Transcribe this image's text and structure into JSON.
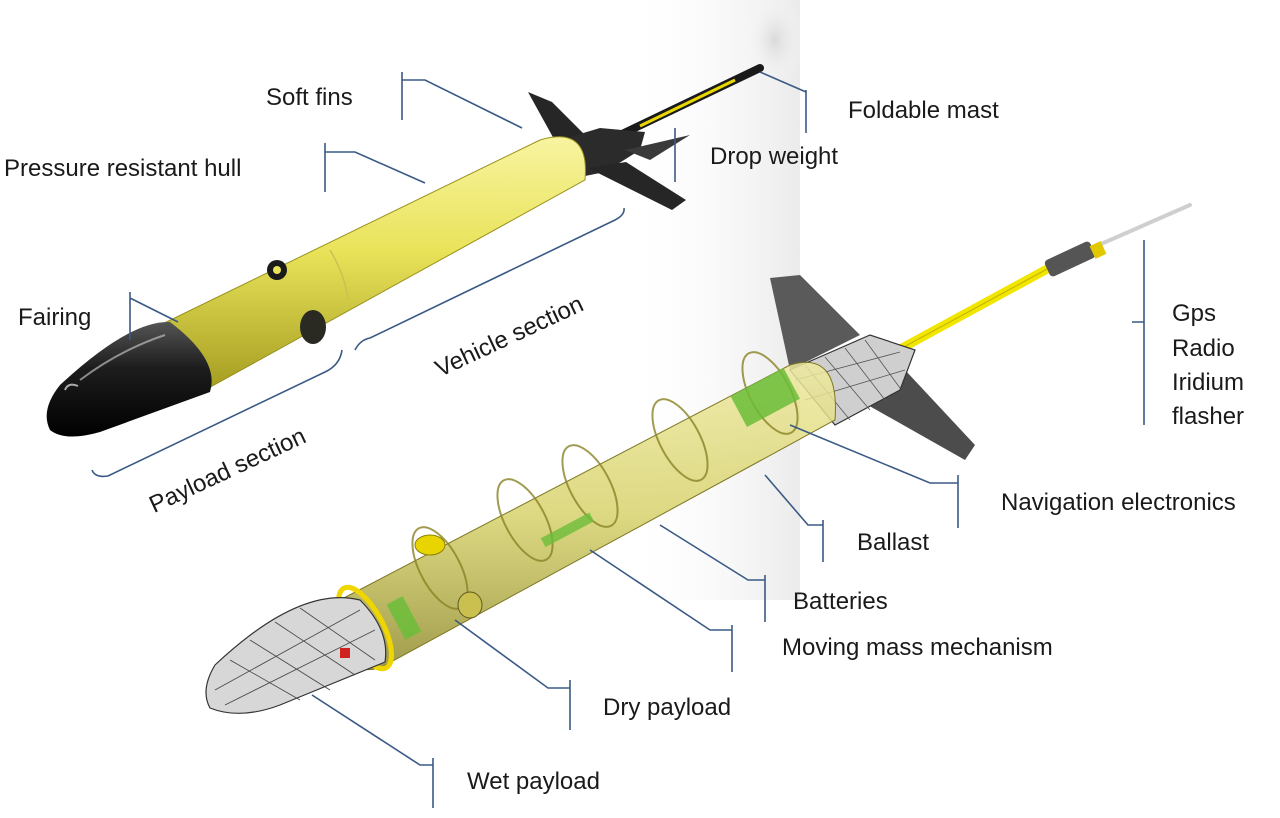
{
  "labels": {
    "soft_fins": "Soft fins",
    "foldable_mast": "Foldable mast",
    "pressure_hull": "Pressure resistant hull",
    "drop_weight": "Drop weight",
    "fairing": "Fairing",
    "vehicle_section": "Vehicle section",
    "payload_section": "Payload section",
    "gps": "Gps",
    "radio": "Radio",
    "iridium": "Iridium",
    "flasher": "flasher",
    "navigation_electronics": "Navigation electronics",
    "ballast": "Ballast",
    "batteries": "Batteries",
    "moving_mass": "Moving mass mechanism",
    "dry_payload": "Dry payload",
    "wet_payload": "Wet payload"
  },
  "colors": {
    "hull_yellow": "#e9e35a",
    "hull_shade": "#b8b02c",
    "nose_black": "#1d1d1d",
    "fin_dark": "#2a2a2a",
    "leader_line": "#3a5a85",
    "mast_yellow": "#f2e600",
    "transparent_hull": "#d4cf63",
    "electronics_green": "#6bbd3a"
  }
}
